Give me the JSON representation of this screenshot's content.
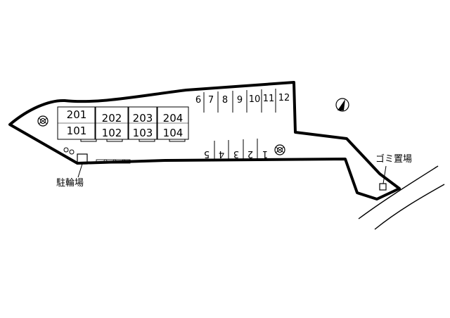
{
  "units_upper": [
    "201",
    "202",
    "203",
    "204"
  ],
  "units_lower": [
    "101",
    "102",
    "103",
    "104"
  ],
  "parking_top": [
    "6",
    "7",
    "8",
    "9",
    "10",
    "11",
    "12"
  ],
  "parking_bottom": [
    "5",
    "4",
    "3",
    "2",
    "1"
  ],
  "labels": {
    "bicycle": "駐輪場",
    "garbage": "ゴミ置場"
  },
  "icons": {
    "north": "north-arrow-icon",
    "tree": "tree-icon",
    "shrub": "shrub-icon"
  },
  "colors": {
    "line": "#000000",
    "background": "#ffffff"
  }
}
